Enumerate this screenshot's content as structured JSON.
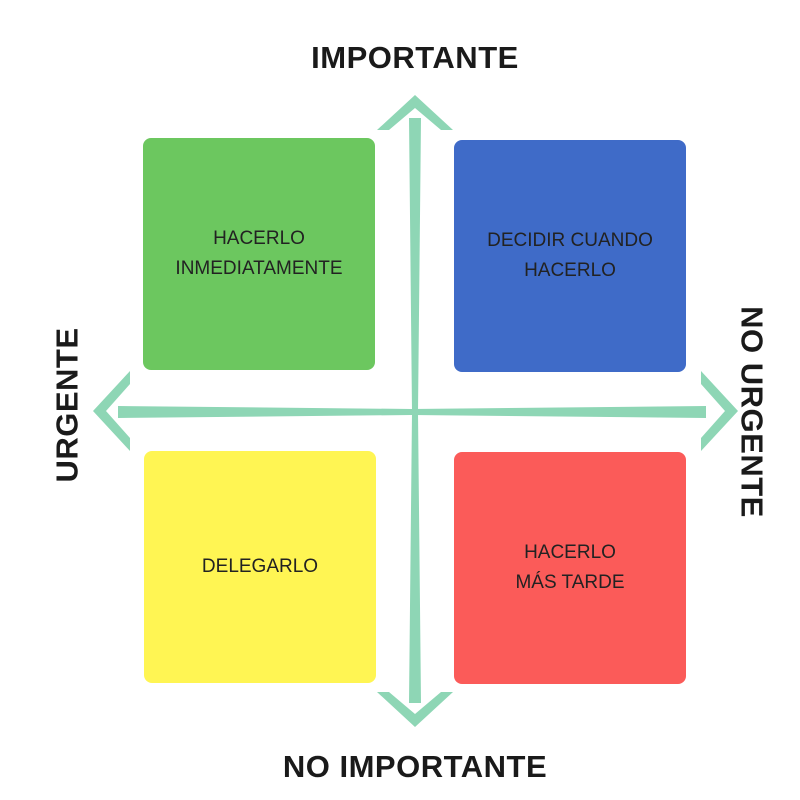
{
  "axes": {
    "top": "IMPORTANTE",
    "bottom": "NO IMPORTANTE",
    "left": "URGENTE",
    "right": "NO URGENTE",
    "arrow_color": "#8ed6b5"
  },
  "quadrants": {
    "do_now": {
      "lines": [
        "HACERLO",
        "INMEDIATAMENTE"
      ],
      "color": "#6cc75f"
    },
    "decide": {
      "lines": [
        "DECIDIR CUANDO",
        "HACERLO"
      ],
      "color": "#3f6bc8"
    },
    "delegate": {
      "lines": [
        "DELEGARLO"
      ],
      "color": "#fff553"
    },
    "later": {
      "lines": [
        "HACERLO",
        "MÁS TARDE"
      ],
      "color": "#fb5b59"
    }
  }
}
